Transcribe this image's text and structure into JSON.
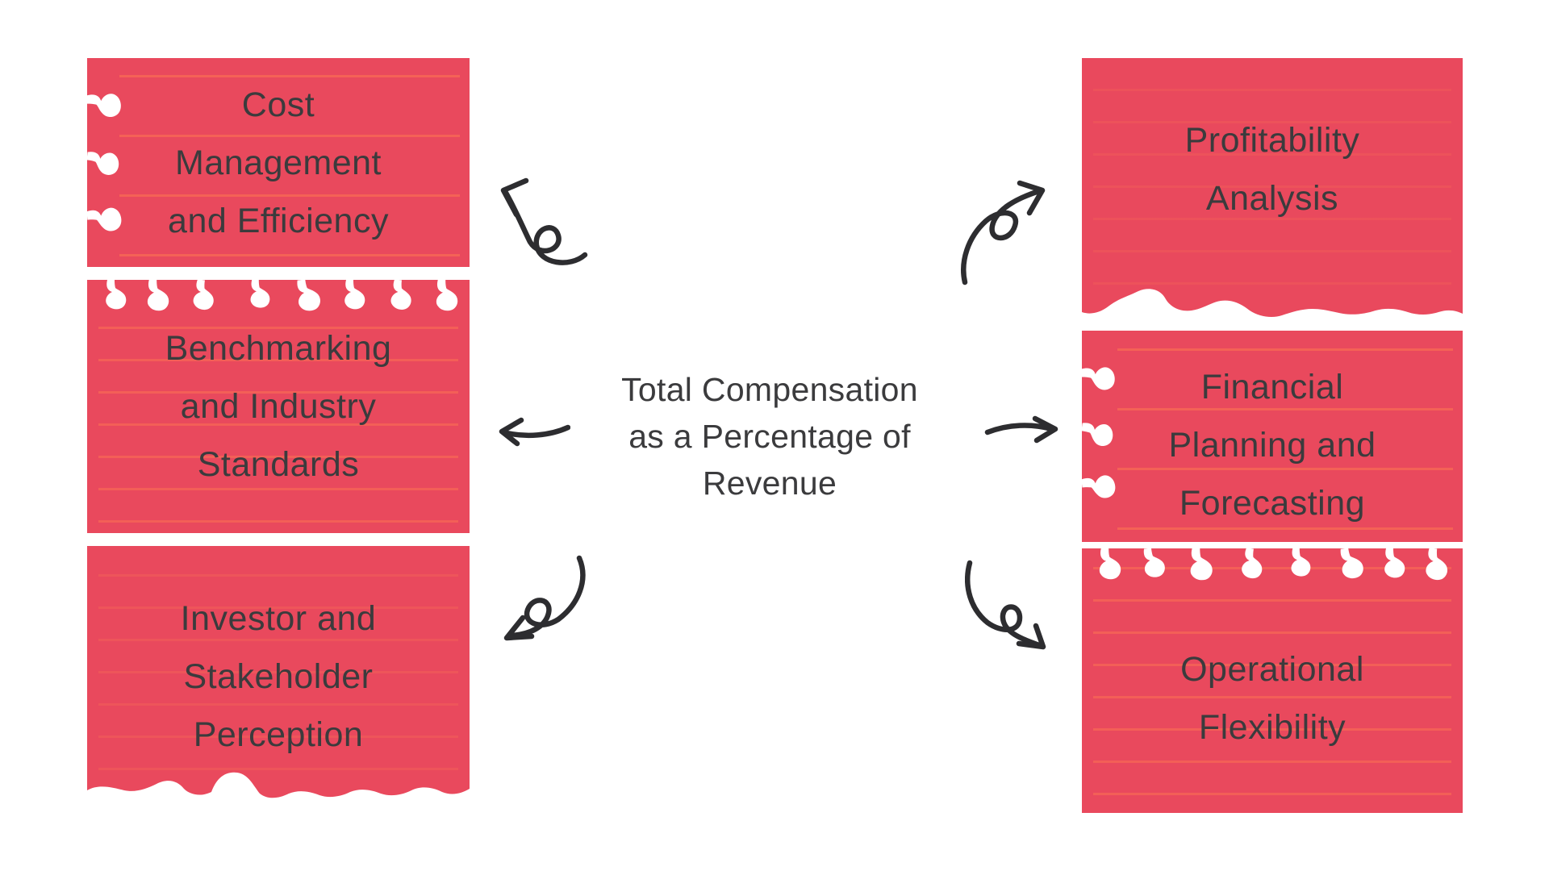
{
  "title": "Total Compensation as a Percentage of Revenue",
  "center": {
    "label": "Total Compensation\nas a Percentage of\nRevenue"
  },
  "nodes": [
    {
      "id": "cost-management",
      "position": "top-left",
      "label": "Cost\nManagement\nand Efficiency"
    },
    {
      "id": "benchmarking",
      "position": "middle-left",
      "label": "Benchmarking\nand Industry\nStandards"
    },
    {
      "id": "investor-perception",
      "position": "bottom-left",
      "label": "Investor and\nStakeholder\nPerception"
    },
    {
      "id": "profitability-analysis",
      "position": "top-right",
      "label": "Profitability\nAnalysis"
    },
    {
      "id": "financial-planning",
      "position": "middle-right",
      "label": "Financial\nPlanning and\nForecasting"
    },
    {
      "id": "operational-flexibility",
      "position": "bottom-right",
      "label": "Operational\nFlexibility"
    }
  ],
  "arrows": {
    "top_left": "curved-arrow-up-left",
    "top_right": "curved-arrow-up-right",
    "middle_left": "arrow-left",
    "middle_right": "arrow-right",
    "bottom_left": "curved-arrow-down-left",
    "bottom_right": "curved-arrow-down-right"
  },
  "theme": {
    "bg": "#FFFFFF",
    "card": "#E9495D",
    "line": "#FF7A50",
    "ink": "#3B3B3D",
    "arrow": "#2D2D30"
  }
}
